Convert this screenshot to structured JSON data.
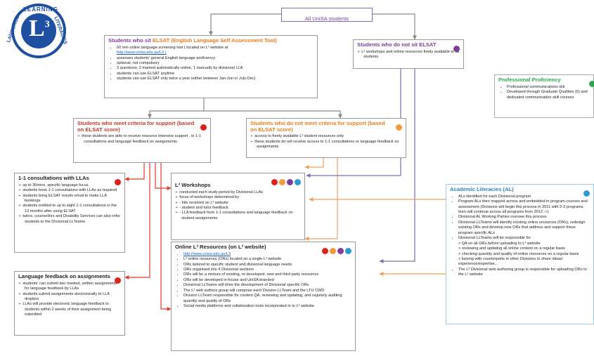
{
  "logo": {
    "top_text": "LEARNING",
    "letter": "L",
    "sup": "3",
    "left_text": "LANGUAGE",
    "right_text": "LITERACIES"
  },
  "top_box": {
    "label": "All UniSA students"
  },
  "elsat": {
    "title_prefix": "Students who sit ",
    "title_highlight": "ELSAT (English Language Self Assessment Tool)",
    "items": [
      "60 min online language screening tool ( located on L³ website at",
      "http://www.unisa.edu.au/L3 )",
      "assesses students' general English language proficiency",
      "optional, not compulsory",
      "3 questions: 2 marked automatically online, 1 manually by divisional LLA",
      "students can use ELSAT anytime",
      "students can use ELSAT only twice a year (either between Jan-Jun or July-Dec)"
    ]
  },
  "no_elsat": {
    "title": "Students who do not sit ELSAT",
    "items": [
      "L³ workshops and online resources freely available to all students"
    ]
  },
  "professional": {
    "title": "Professional Proficiency",
    "items": [
      "Professional communications skil",
      "Developed through Graduate Qualities (6) and dedicated communication skill courses"
    ]
  },
  "meet": {
    "title": "Students who meet criteria for support (based on ELSAT score)",
    "items": [
      "these students are able to receive resource intensive support , ie 1-1 consultations and language feedback on assignments"
    ]
  },
  "not_meet": {
    "title": "Students who do not meet criteria for support (based on ELSAT score)",
    "items": [
      "access to freely available L³ student resources only",
      "these students do not receive access to 1-1 consultations or language feedback on assignments"
    ]
  },
  "consult": {
    "title": "1-1 consultations with LLAs",
    "items": [
      "up to 30mins, specific language focus",
      "students book 1-1 consultations with LLAs as required",
      "students bring ELSAT results email to make LLA bookings",
      "students entitled to up to eight 1-1 consultations in the 12 months after using ELSAT",
      "tutors, counsellors and Disability Services can also refer students to the Divisional LLTeams"
    ]
  },
  "feedback": {
    "title": "Language feedback on assignments",
    "items": [
      "students' can submit two marked, written assignments for language feedback by LLAs",
      "students submit assignments electronically to LLA dropbox",
      "LLAs will provide electronic language feedback to students within 2 weeks of their assignment being submitted"
    ]
  },
  "workshops": {
    "title": "L³ Workshops",
    "items": [
      "conducted each study period by Divisional LLAs",
      "focus of workshops determined by",
      "- hits received on L³ website",
      "- student and tutor feedback",
      "- LLA feedback from 1-1 consultations and language feedback on student assignments"
    ]
  },
  "online": {
    "title": "Online L³ Resources (on L³ website)",
    "items": [
      "http://www.unisa.edu.au/L3",
      "L³ online resources (ORs) located on a single L³ website",
      "ORs tailored to specific student and divisional language needs",
      "ORs organised into 4 Divisional sections",
      "ORs will be a mixture of existing, re-developed, new and third party resources",
      "ORs will be developed in-house and UniSA branded",
      "Divisional LLTeams will drive the development of Divisional specific ORs",
      "The L³ web authors group will comprise each Division LLTeam and the LTU CWD",
      "Division LLTeam responsible for content QA, reviewing and updating, and regularly auditing quantity and quality of ORs",
      "Social media platforms and collaboration tools incorporated in to L³ website"
    ]
  },
  "academic": {
    "title": "Academic Literacies (AL)",
    "items": [
      "ALs identified for each Divisional program",
      "Program ALs then mapped across and embedded in program courses and assessment (Divisions will begin this process in 2011 with 2-3 programs, then will continue across all programs from 2012 ->)",
      "Divisional AL Working Parties oversee this process",
      "Divisional LLTeams will identify existing online resources (ORs), redesign existing ORs and develop new ORs that address and support these program specific ALs",
      "Divisional LLTeams will be responsible for",
      "> QA on all ORs before uploading to L³ website",
      "> reviewing and updating all online content on a regular basis",
      "> checking quantity and quality of online resources on a regular basis",
      "> liaising with counterparts in other Divisions to share ideas/ experience/expertise...",
      "The L³ Divisional web authoring group is responsible for uploading ORs to the L³ website"
    ]
  },
  "colors": {
    "red": "#e0201b",
    "orange": "#f39a3a",
    "purple": "#7b3f98",
    "green": "#2ea44f",
    "blue": "#2e9ad6",
    "arrow_red": "#e03a2a",
    "arrow_orange": "#f0a050",
    "arrow_gray": "#888888"
  }
}
